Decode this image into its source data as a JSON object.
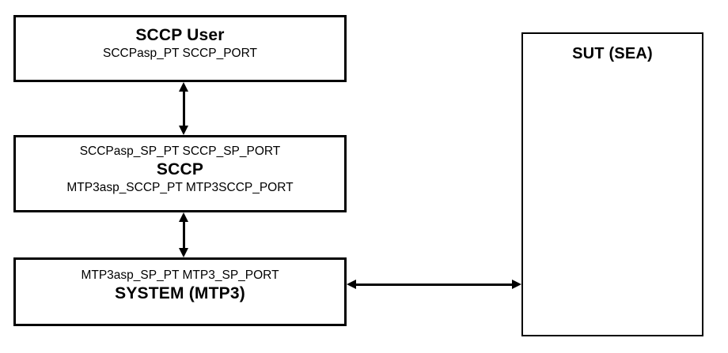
{
  "diagram": {
    "title_text": "",
    "colors": {
      "stroke": "#000000",
      "background": "#ffffff",
      "text": "#000000"
    },
    "boxes": {
      "sccp_user": {
        "title": "SCCP User",
        "ports": "SCCPasp_PT SCCP_PORT"
      },
      "sccp": {
        "title": "SCCP",
        "upper_ports": "SCCPasp_SP_PT  SCCP_SP_PORT",
        "lower_ports": "MTP3asp_SCCP_PT  MTP3SCCP_PORT"
      },
      "system_mtp3": {
        "title": "SYSTEM (MTP3)",
        "ports": "MTP3asp_SP_PT  MTP3_SP_PORT"
      },
      "sut": {
        "title": "SUT (SEA)"
      }
    },
    "connections": [
      {
        "name": "sccp-user-to-sccp",
        "orientation": "vertical",
        "arrowheads": "both",
        "from": "sccp_user",
        "to": "sccp"
      },
      {
        "name": "sccp-to-system",
        "orientation": "vertical",
        "arrowheads": "both",
        "from": "sccp",
        "to": "system_mtp3"
      },
      {
        "name": "system-to-sut",
        "orientation": "horizontal",
        "arrowheads": "both",
        "from": "system_mtp3",
        "to": "sut"
      }
    ]
  }
}
